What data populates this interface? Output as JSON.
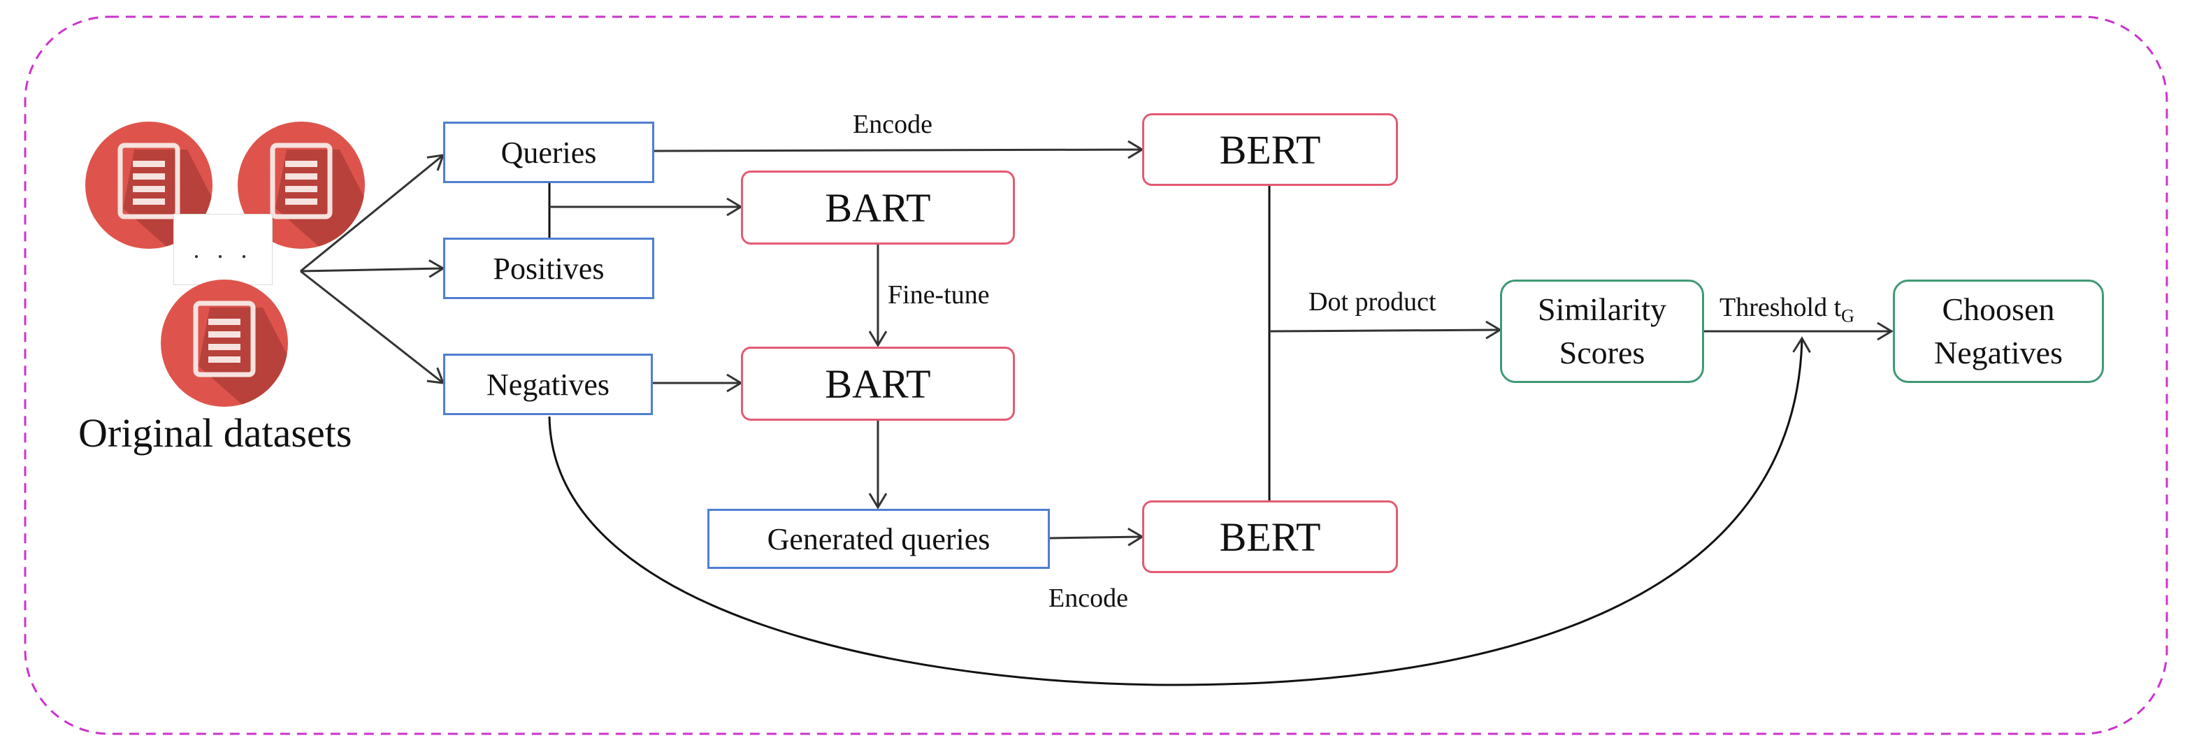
{
  "datasets": {
    "label": "Original datasets",
    "ellipsis": ". . ."
  },
  "nodes": {
    "queries": "Queries",
    "positives": "Positives",
    "negatives": "Negatives",
    "bart_top": "BART",
    "bart_mid": "BART",
    "generated_queries": "Generated queries",
    "bert_top": "BERT",
    "bert_bottom": "BERT",
    "similarity_line1": "Similarity",
    "similarity_line2": "Scores",
    "chosen_line1": "Choosen",
    "chosen_line2": "Negatives"
  },
  "edges": {
    "encode_top": "Encode",
    "fine_tune": "Fine-tune",
    "dot_product": "Dot product",
    "threshold": "Threshold t",
    "threshold_sub": "G",
    "encode_bottom": "Encode"
  },
  "colors": {
    "frame": "#cc33cc",
    "input_box": "#4f7fd0",
    "model_box": "#e35b72",
    "output_box": "#3f9a74",
    "dataset_icon": "#de544c"
  },
  "icons": {
    "dataset": "document-icon"
  }
}
